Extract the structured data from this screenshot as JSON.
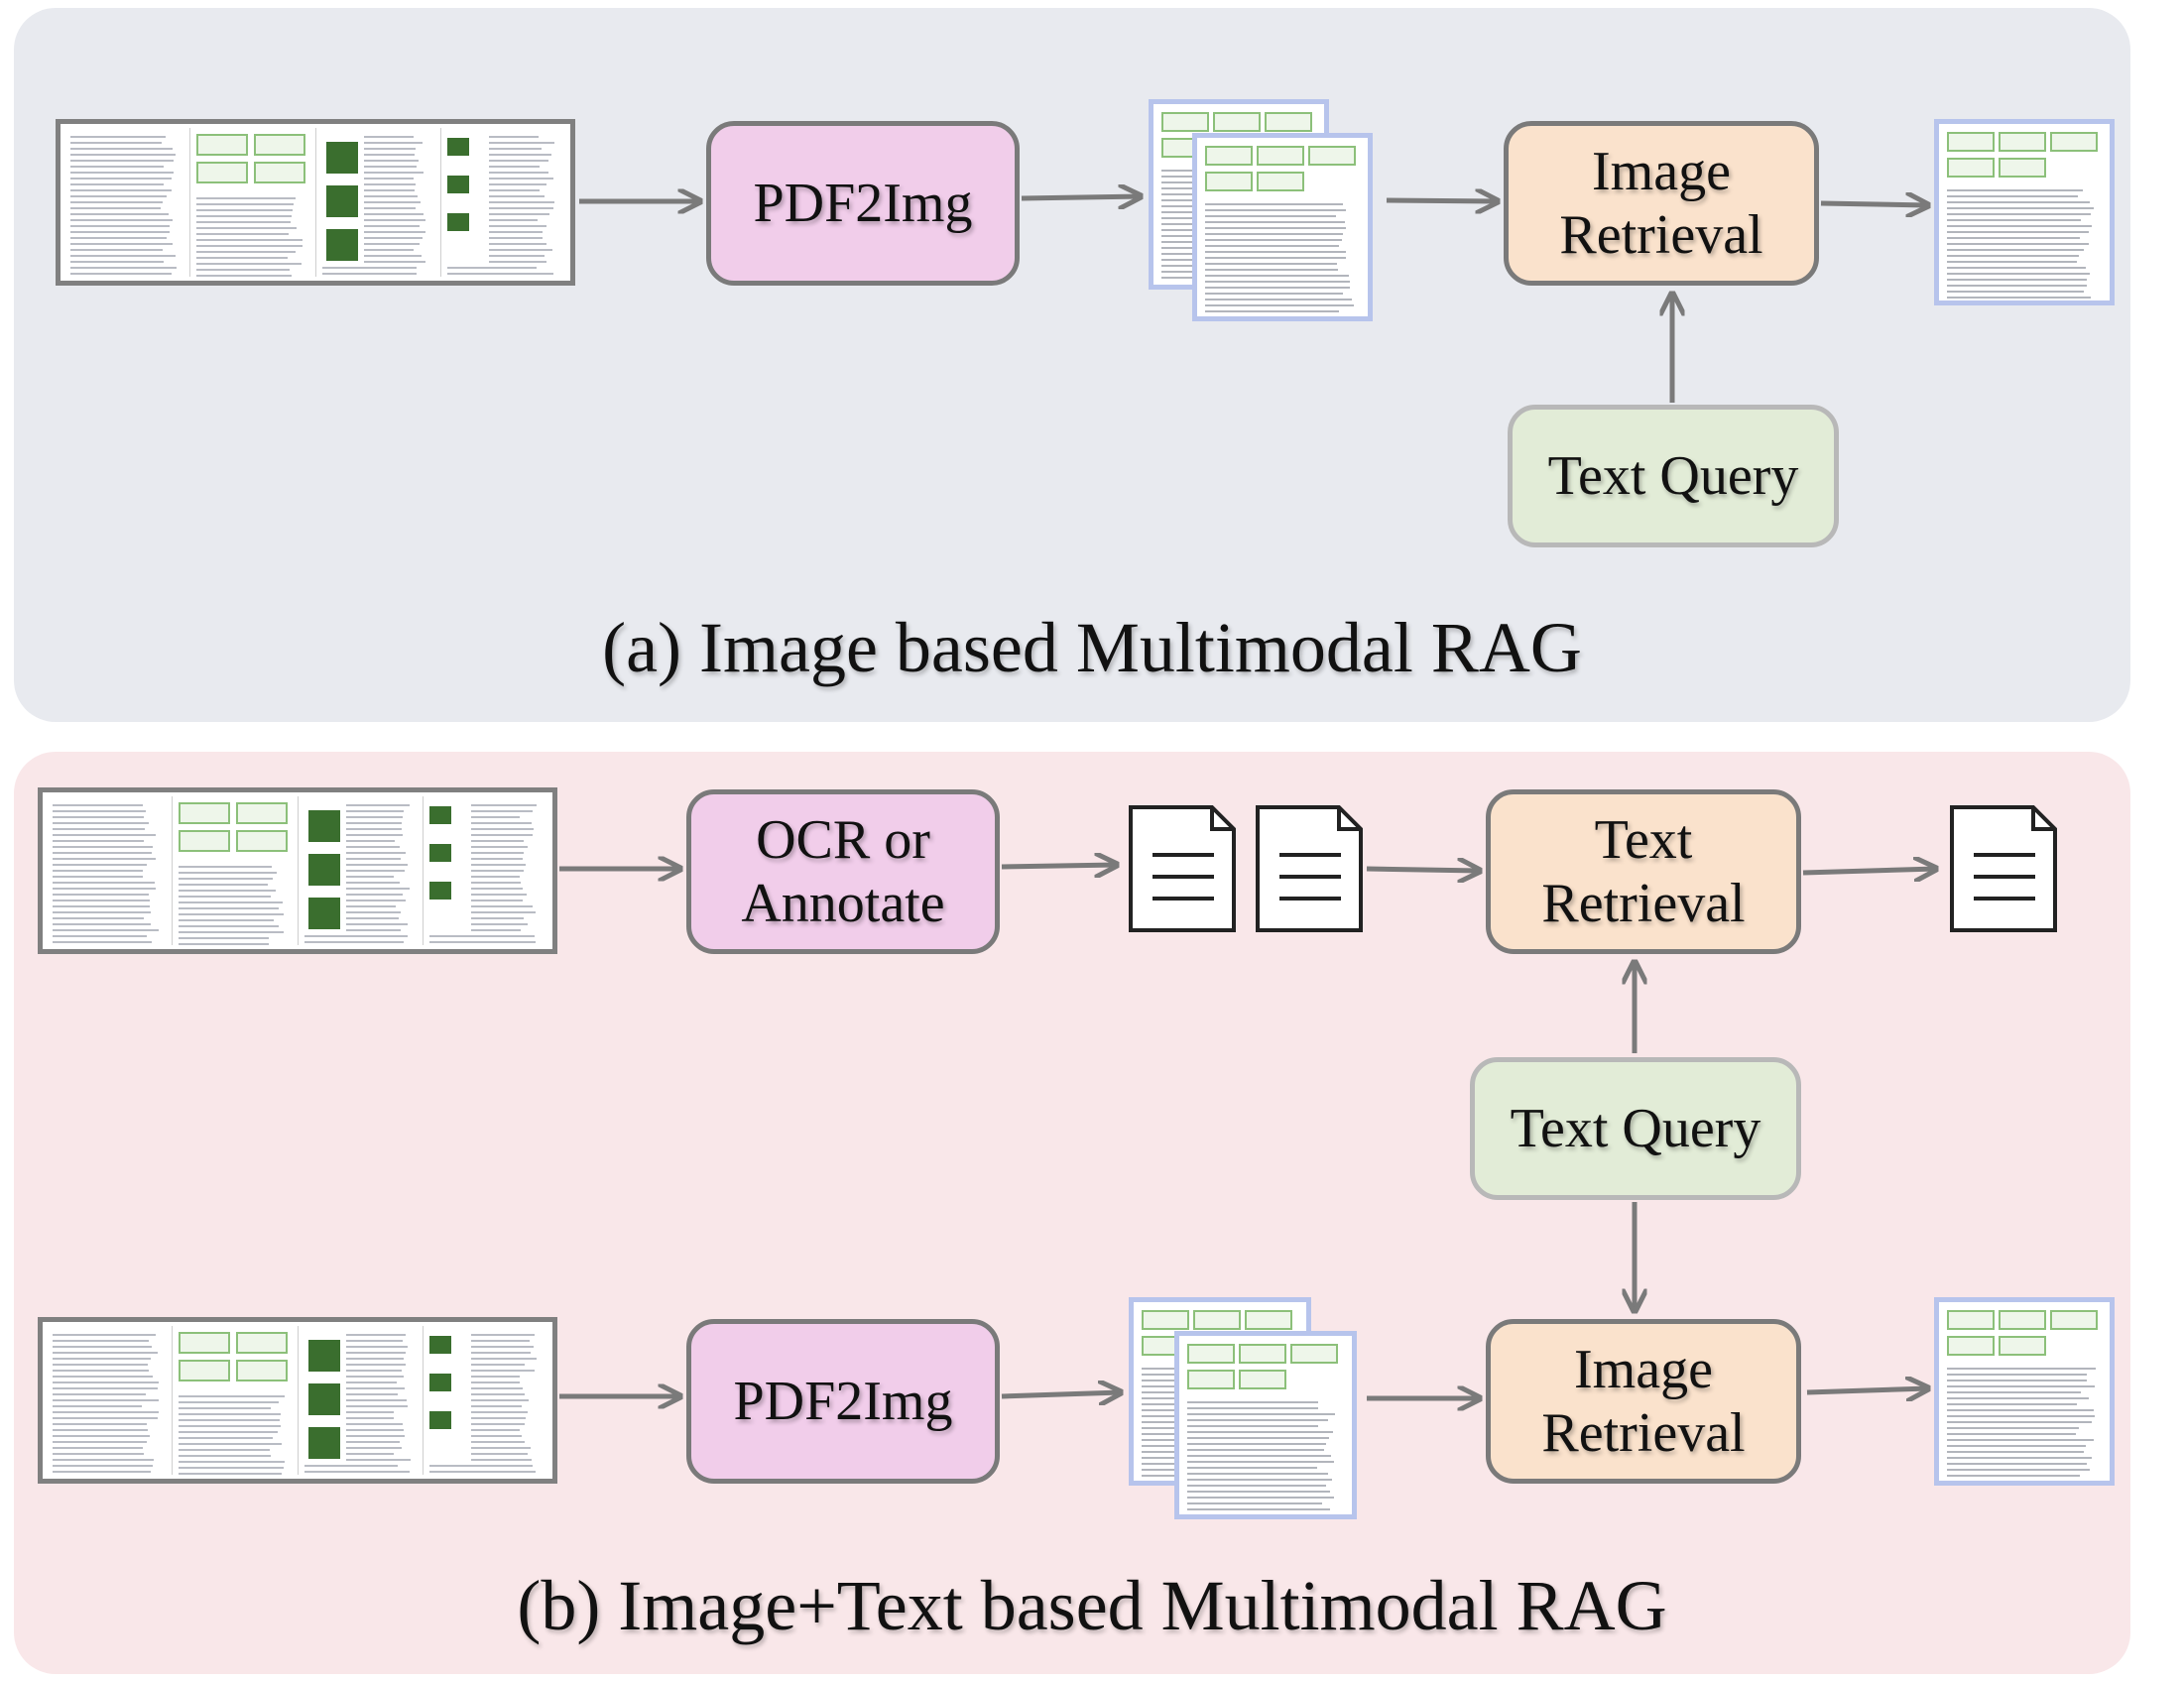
{
  "panel_a": {
    "caption": "(a) Image based Multimodal RAG",
    "pdf2img": "PDF2Img",
    "image_retrieval": "Image\nRetrieval",
    "text_query": "Text Query"
  },
  "panel_b": {
    "caption": "(b) Image+Text based Multimodal RAG",
    "ocr": "OCR or\nAnnotate",
    "text_retrieval": "Text\nRetrieval",
    "text_query": "Text Query",
    "pdf2img": "PDF2Img",
    "image_retrieval": "Image\nRetrieval"
  },
  "colors": {
    "panel_a_bg": "#e8eaef",
    "panel_b_bg": "#f9e7e9",
    "process_box": "#f1cdea",
    "retrieval_box": "#fae2cc",
    "query_box": "#e2ecd7",
    "page_border": "#b7c4ec",
    "arrow": "#7a7a7a"
  },
  "icons": [
    "pdf-strip-icon",
    "page-image-icon",
    "document-text-icon"
  ]
}
